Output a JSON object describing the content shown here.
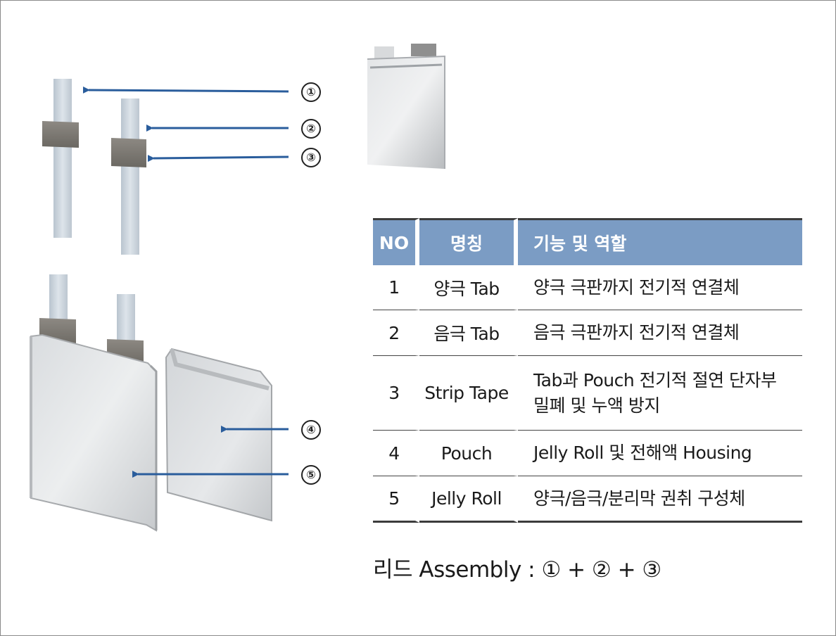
{
  "markers": [
    "①",
    "②",
    "③",
    "④",
    "⑤"
  ],
  "table": {
    "headers": [
      "NO",
      "명칭",
      "기능 및 역할"
    ],
    "rows": [
      {
        "no": "1",
        "name": "양극 Tab",
        "desc_lines": [
          "양극 극판까지 전기적 연결체"
        ]
      },
      {
        "no": "2",
        "name": "음극 Tab",
        "desc_lines": [
          "음극 극판까지 전기적 연결체"
        ]
      },
      {
        "no": "3",
        "name": "Strip Tape",
        "desc_lines": [
          "Tab과 Pouch 전기적 절연 단자부",
          "밀폐 및 누액 방지"
        ]
      },
      {
        "no": "4",
        "name": "Pouch",
        "desc_lines": [
          "Jelly Roll 및 전해액 Housing"
        ]
      },
      {
        "no": "5",
        "name": "Jelly Roll",
        "desc_lines": [
          "양극/음극/분리막 권취 구성체"
        ]
      }
    ]
  },
  "caption": "리드 Assembly : ① + ② + ③",
  "colors": {
    "header_bg": "#7b9cc4",
    "arrow": "#2a5d9c",
    "tape": "#7a7670",
    "tab": "#c8d2dc"
  }
}
